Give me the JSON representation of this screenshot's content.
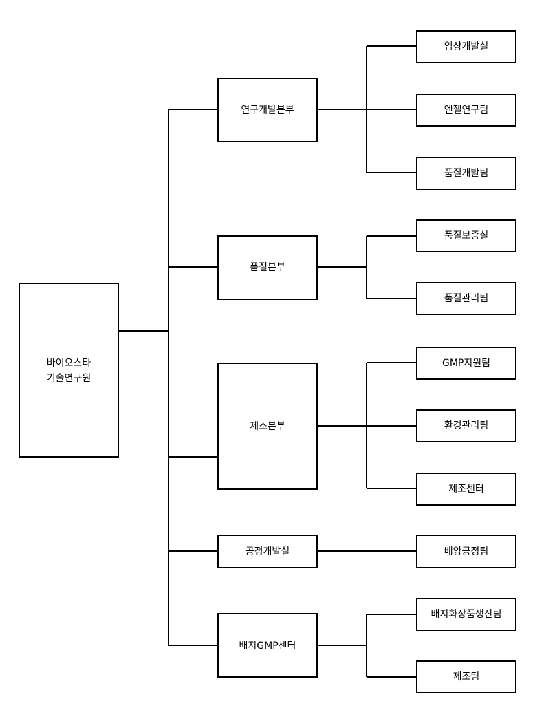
{
  "root": {
    "lines": [
      "바이오스타",
      "기술연구원"
    ]
  },
  "divisions": [
    {
      "label": "연구개발본부",
      "teams": [
        "임상개발실",
        "엔젤연구팀",
        "품질개발팀"
      ]
    },
    {
      "label": "품질본부",
      "teams": [
        "품질보증실",
        "품질관리팀"
      ]
    },
    {
      "label": "제조본부",
      "teams": [
        "GMP지원팀",
        "환경관리팀",
        "제조센터"
      ]
    },
    {
      "label": "공정개발실",
      "teams": [
        "배양공정팀"
      ]
    },
    {
      "label": "배지GMP센터",
      "teams": [
        "배지화장품생산팀",
        "제조팀"
      ]
    }
  ]
}
